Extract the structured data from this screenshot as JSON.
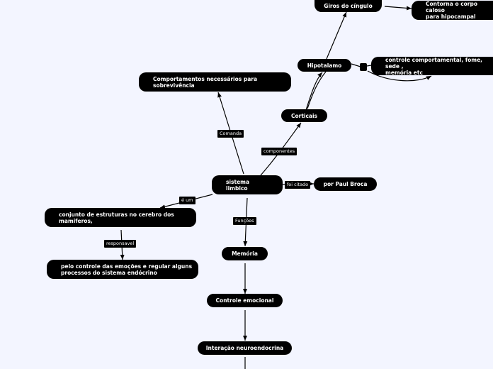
{
  "nodes": {
    "central": "sistema\nlimbico",
    "comportamentos": "Comportamentos necessários para\nsobrevivência",
    "corticais": "Corticais",
    "hipotalamo": "Hipotalamo",
    "giros": "Giros do cíngulo",
    "contorna": "Contorna o corpo caloso\npara hipocampal",
    "controle_comportamental": "controle comportamental, fome, sede ,\nmemória etc",
    "broca": "por Paul Broca",
    "conjunto": "conjunto de estruturas no cerebro dos\nmamiferos,",
    "controle_emocoes": "pelo controle das emoções e regular alguns\nprocessos do sistema endócrino",
    "memoria": "Memória",
    "controle_emocional": "Controle emocional",
    "interacao": "Interação neuroendocrina"
  },
  "labels": {
    "comanda": "Comanda",
    "componentes": "componentes",
    "foi_citado": "foi citado",
    "e_um": "é um",
    "responsavel": "responsavel",
    "funcoes": "Funções"
  }
}
